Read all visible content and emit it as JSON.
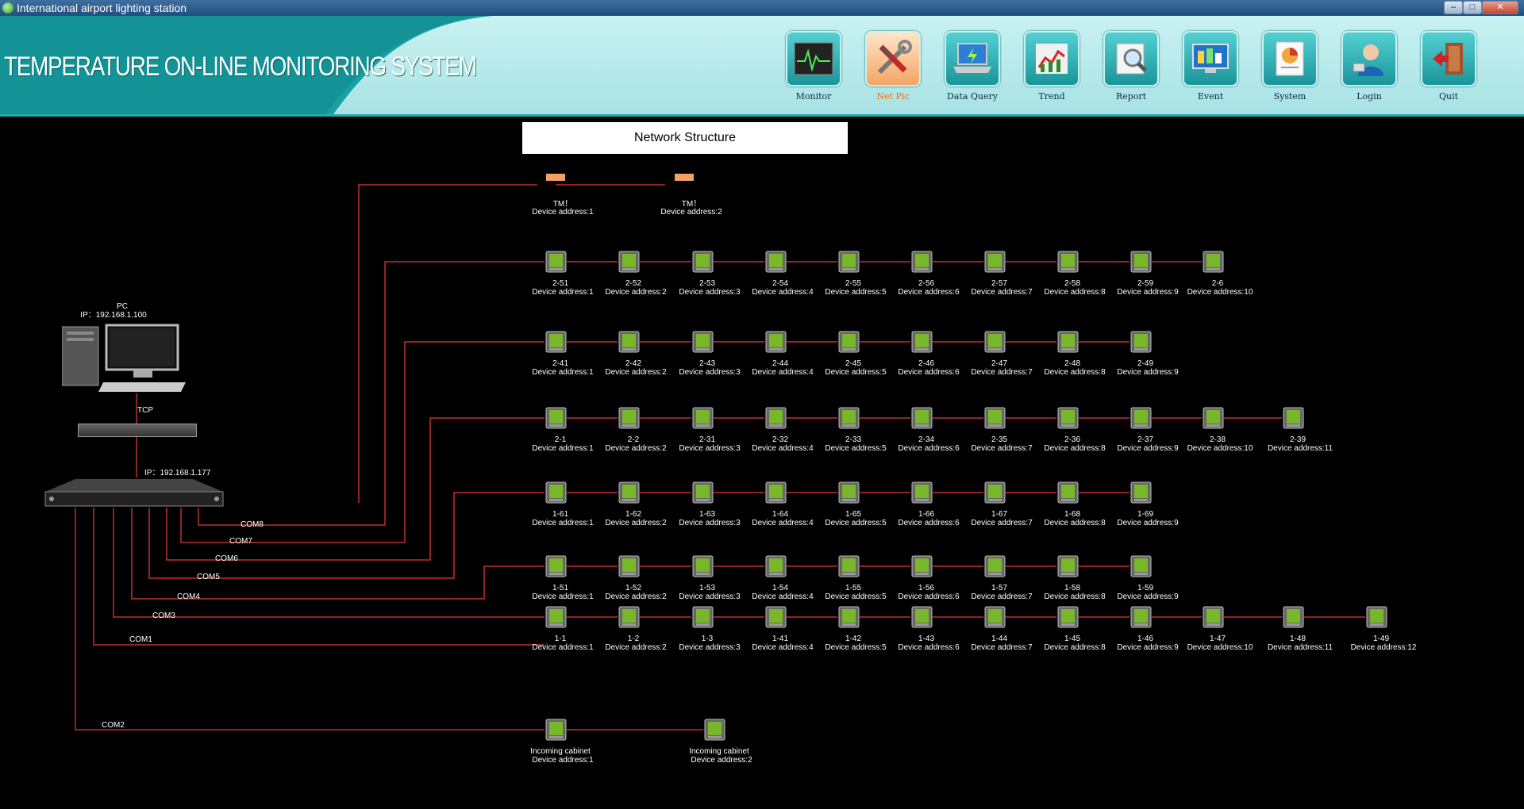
{
  "window": {
    "title": "International airport lighting station"
  },
  "header": {
    "system_title": "TEMPERATURE ON-LINE MONITORING SYSTEM"
  },
  "nav": [
    {
      "label": "Monitor",
      "icon": "monitor-icon"
    },
    {
      "label": "Net Pic",
      "icon": "tools-icon",
      "active": true
    },
    {
      "label": "Data Query",
      "icon": "laptop-icon"
    },
    {
      "label": "Trend",
      "icon": "trend-chart-icon"
    },
    {
      "label": "Report",
      "icon": "magnifier-icon"
    },
    {
      "label": "Event",
      "icon": "event-screen-icon"
    },
    {
      "label": "System",
      "icon": "pie-document-icon"
    },
    {
      "label": "Login",
      "icon": "user-icon"
    },
    {
      "label": "Quit",
      "icon": "exit-door-icon"
    }
  ],
  "page": {
    "title": "Network Structure"
  },
  "pc": {
    "name": "PC",
    "ip": "IP：192.168.1.100"
  },
  "switch": {
    "link": "TCP"
  },
  "server": {
    "ip": "IP：192.168.1.177"
  },
  "colors": {
    "line": "#c0302a",
    "device_screen": "#79b72a",
    "tm": "#f4a060"
  },
  "tm_devices": [
    {
      "name": "TM！",
      "address": "Device address:1"
    },
    {
      "name": "TM！",
      "address": "Device address:2"
    }
  ],
  "com_rows": [
    {
      "port": "COM8",
      "devices": [
        {
          "name": "2-51",
          "address": "Device address:1"
        },
        {
          "name": "2-52",
          "address": "Device address:2"
        },
        {
          "name": "2-53",
          "address": "Device address:3"
        },
        {
          "name": "2-54",
          "address": "Device address:4"
        },
        {
          "name": "2-55",
          "address": "Device address:5"
        },
        {
          "name": "2-56",
          "address": "Device address:6"
        },
        {
          "name": "2-57",
          "address": "Device address:7"
        },
        {
          "name": "2-58",
          "address": "Device address:8"
        },
        {
          "name": "2-59",
          "address": "Device address:9"
        },
        {
          "name": "2-6",
          "address": "Device address:10"
        }
      ]
    },
    {
      "port": "COM7",
      "devices": [
        {
          "name": "2-41",
          "address": "Device address:1"
        },
        {
          "name": "2-42",
          "address": "Device address:2"
        },
        {
          "name": "2-43",
          "address": "Device address:3"
        },
        {
          "name": "2-44",
          "address": "Device address:4"
        },
        {
          "name": "2-45",
          "address": "Device address:5"
        },
        {
          "name": "2-46",
          "address": "Device address:6"
        },
        {
          "name": "2-47",
          "address": "Device address:7"
        },
        {
          "name": "2-48",
          "address": "Device address:8"
        },
        {
          "name": "2-49",
          "address": "Device address:9"
        }
      ]
    },
    {
      "port": "COM6",
      "devices": [
        {
          "name": "2-1",
          "address": "Device address:1"
        },
        {
          "name": "2-2",
          "address": "Device address:2"
        },
        {
          "name": "2-31",
          "address": "Device address:3"
        },
        {
          "name": "2-32",
          "address": "Device address:4"
        },
        {
          "name": "2-33",
          "address": "Device address:5"
        },
        {
          "name": "2-34",
          "address": "Device address:6"
        },
        {
          "name": "2-35",
          "address": "Device address:7"
        },
        {
          "name": "2-36",
          "address": "Device address:8"
        },
        {
          "name": "2-37",
          "address": "Device address:9"
        },
        {
          "name": "2-38",
          "address": "Device address:10"
        },
        {
          "name": "2-39",
          "address": "Device address:11"
        }
      ]
    },
    {
      "port": "COM5",
      "devices": [
        {
          "name": "1-61",
          "address": "Device address:1"
        },
        {
          "name": "1-62",
          "address": "Device address:2"
        },
        {
          "name": "1-63",
          "address": "Device address:3"
        },
        {
          "name": "1-64",
          "address": "Device address:4"
        },
        {
          "name": "1-65",
          "address": "Device address:5"
        },
        {
          "name": "1-66",
          "address": "Device address:6"
        },
        {
          "name": "1-67",
          "address": "Device address:7"
        },
        {
          "name": "1-68",
          "address": "Device address:8"
        },
        {
          "name": "1-69",
          "address": "Device address:9"
        }
      ]
    },
    {
      "port": "COM4",
      "devices": [
        {
          "name": "1-51",
          "address": "Device address:1"
        },
        {
          "name": "1-52",
          "address": "Device address:2"
        },
        {
          "name": "1-53",
          "address": "Device address:3"
        },
        {
          "name": "1-54",
          "address": "Device address:4"
        },
        {
          "name": "1-55",
          "address": "Device address:5"
        },
        {
          "name": "1-56",
          "address": "Device address:6"
        },
        {
          "name": "1-57",
          "address": "Device address:7"
        },
        {
          "name": "1-58",
          "address": "Device address:8"
        },
        {
          "name": "1-59",
          "address": "Device address:9"
        }
      ]
    },
    {
      "port": "COM3",
      "devices": [
        {
          "name": "1-1",
          "address": "Device address:1"
        },
        {
          "name": "1-2",
          "address": "Device address:2"
        },
        {
          "name": "1-3",
          "address": "Device address:3"
        },
        {
          "name": "1-41",
          "address": "Device address:4"
        },
        {
          "name": "1-42",
          "address": "Device address:5"
        },
        {
          "name": "1-43",
          "address": "Device address:6"
        },
        {
          "name": "1-44",
          "address": "Device address:7"
        },
        {
          "name": "1-45",
          "address": "Device address:8"
        },
        {
          "name": "1-46",
          "address": "Device address:9"
        },
        {
          "name": "1-47",
          "address": "Device address:10"
        },
        {
          "name": "1-48",
          "address": "Device address:11"
        },
        {
          "name": "1-49",
          "address": "Device address:12"
        }
      ]
    },
    {
      "port": "COM2",
      "devices": [
        {
          "name": "Incoming cabinet",
          "address": "Device address:1"
        },
        {
          "name": "Incoming cabinet",
          "address": "Device address:2"
        }
      ]
    },
    {
      "port": "COM1",
      "devices": []
    }
  ]
}
